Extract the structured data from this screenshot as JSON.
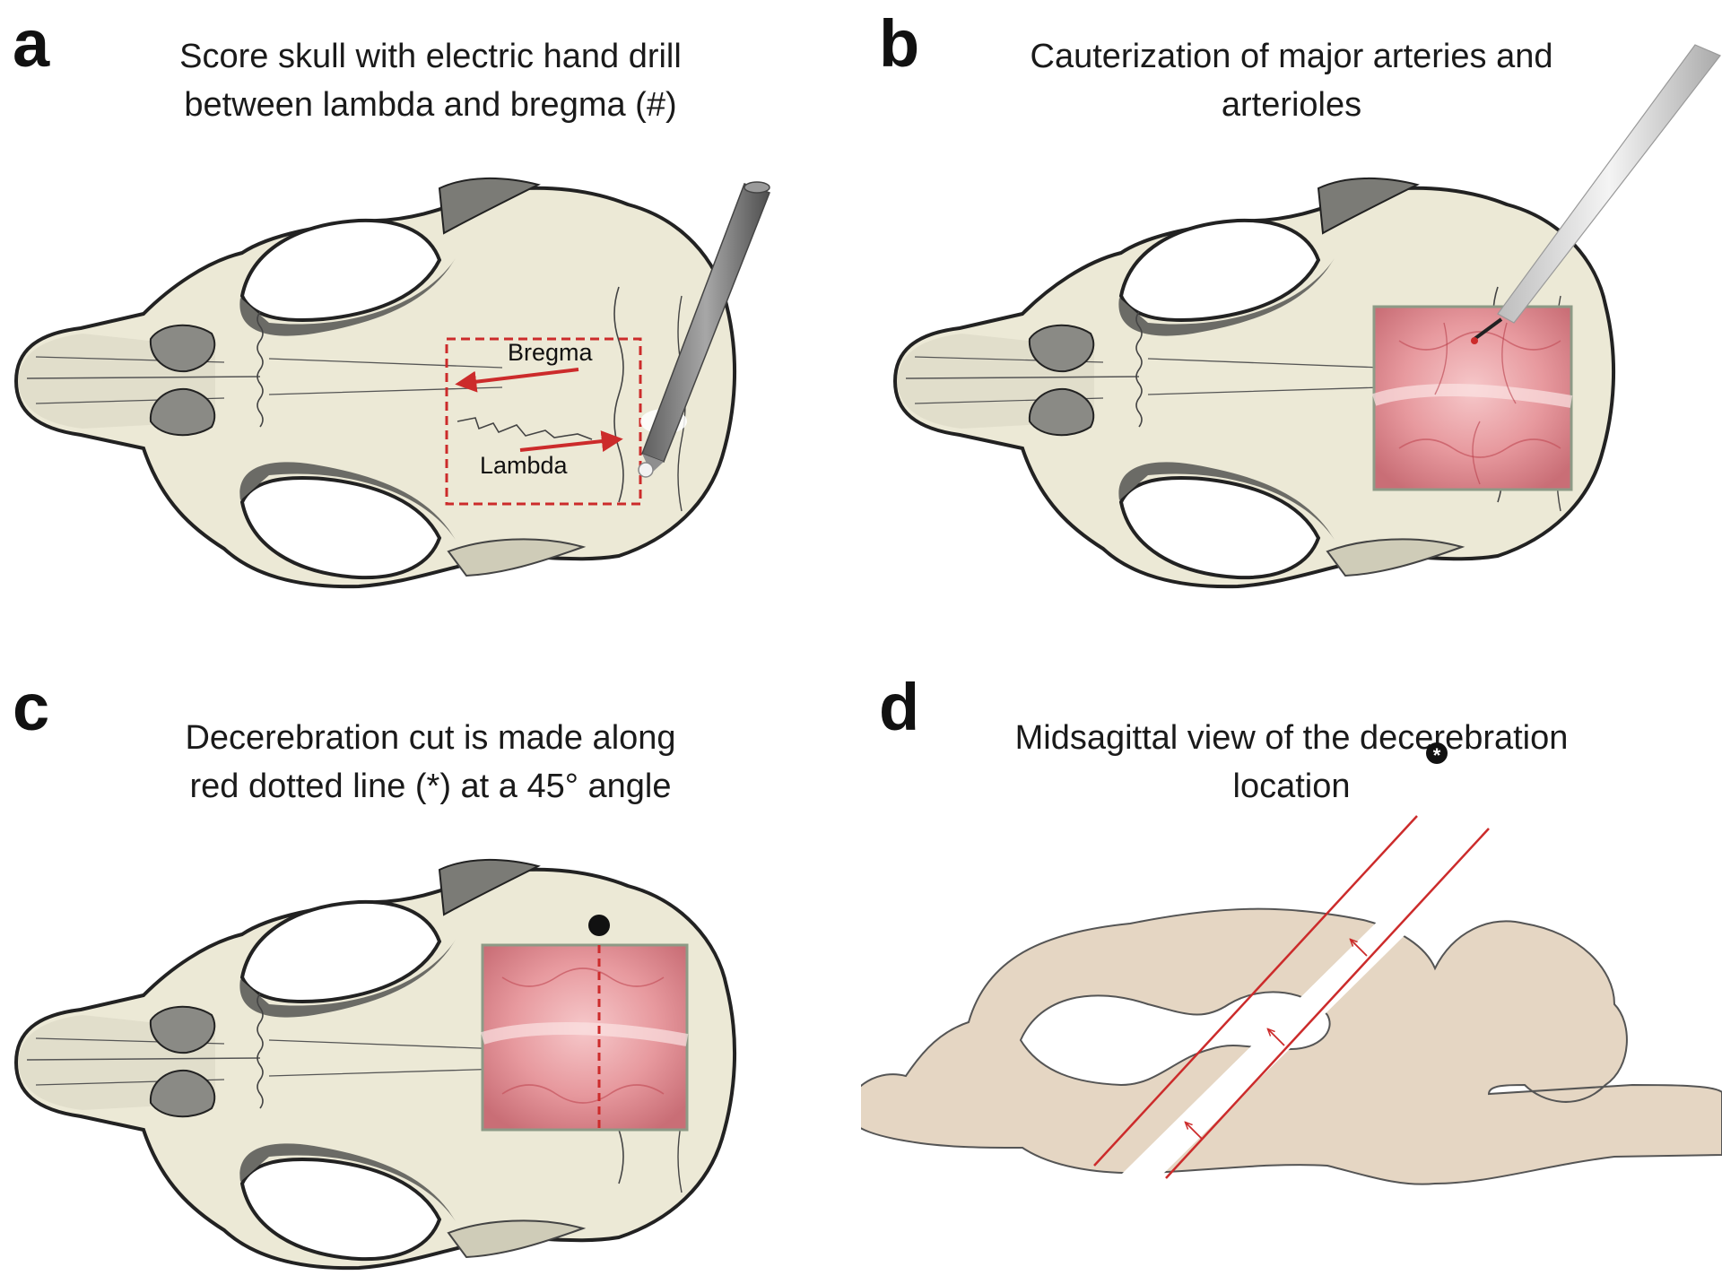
{
  "panels": {
    "a": {
      "letter": "a",
      "caption": [
        "Score skull with electric hand drill",
        "between lambda and bregma (#)"
      ],
      "labels": {
        "bregma": "Bregma",
        "lambda": "Lambda"
      }
    },
    "b": {
      "letter": "b",
      "caption": [
        "Cauterization of major arteries and",
        "arterioles"
      ]
    },
    "c": {
      "letter": "c",
      "caption": [
        "Decerebration cut is made along",
        "red dotted line (*) at a 45° angle"
      ]
    },
    "d": {
      "letter": "d",
      "caption": [
        "Midsagittal view of the decerebration",
        "location"
      ],
      "marker": "*"
    }
  },
  "colors": {
    "bone": "#ece9d6",
    "bone_shade": "#d7d4c0",
    "outline": "#222222",
    "sinus": "#6b6b66",
    "red": "#cc2b2b",
    "brain_tissue": "#e5d6c3",
    "cortex": "#e9a3a8"
  }
}
